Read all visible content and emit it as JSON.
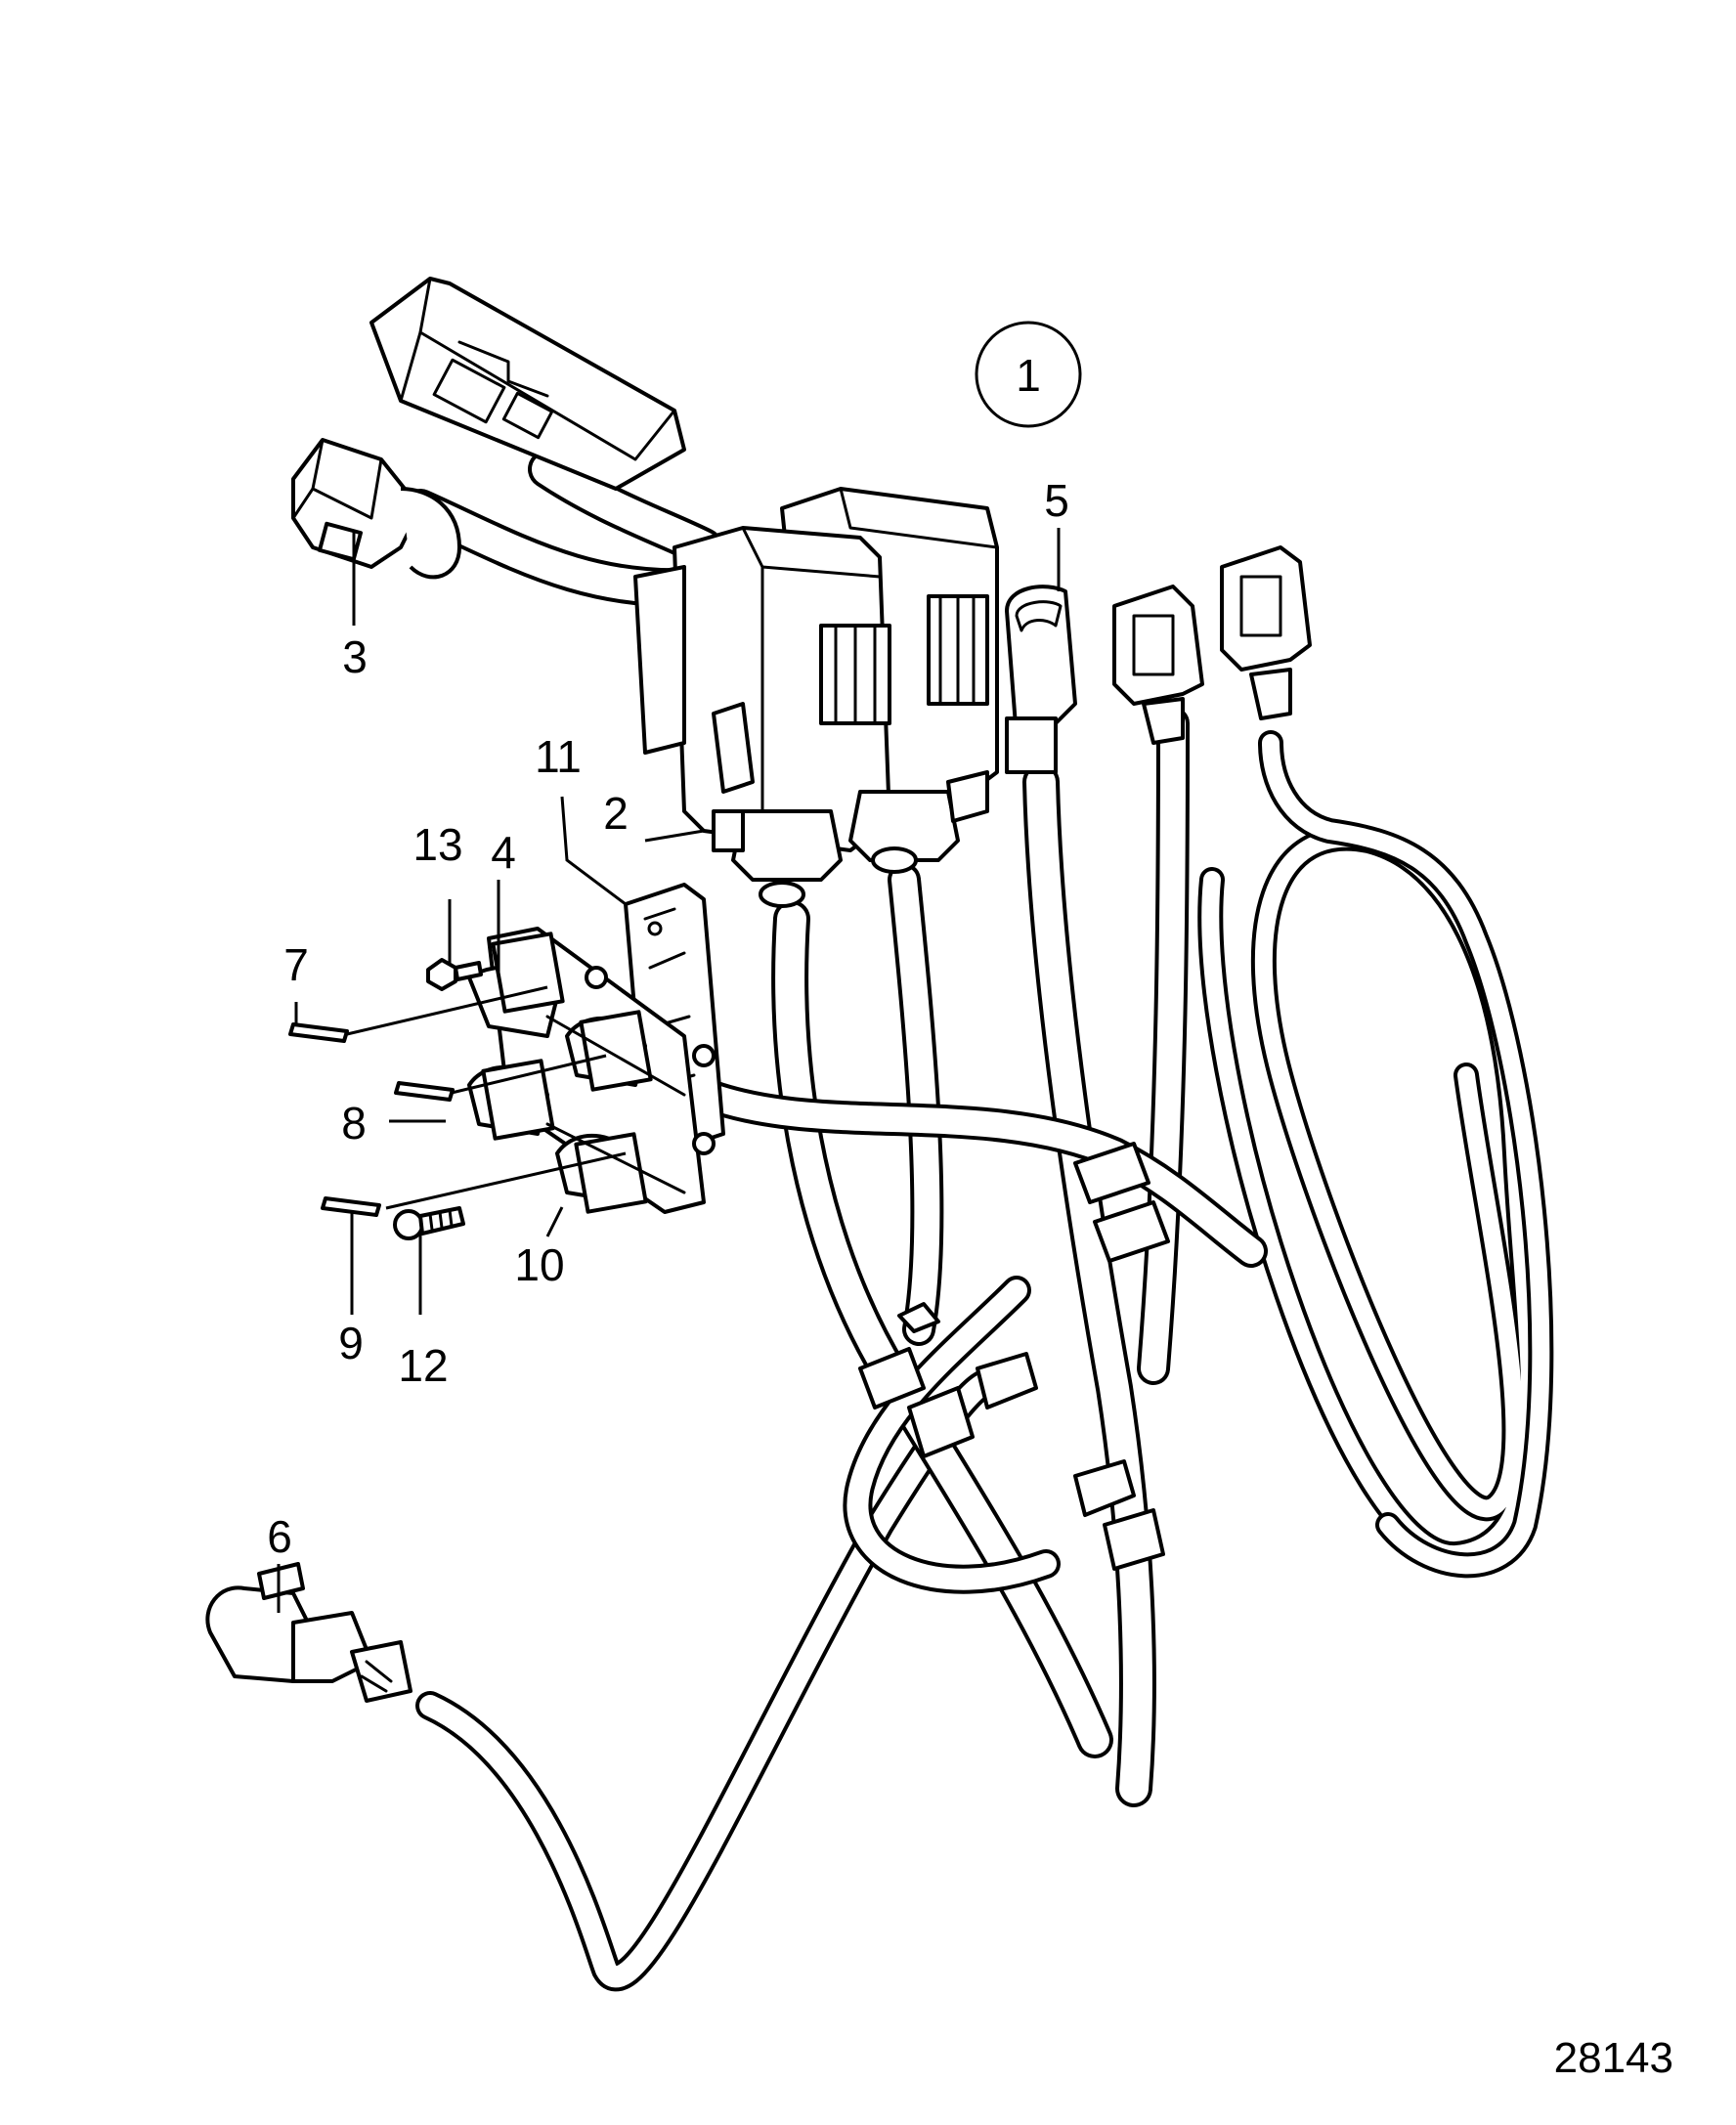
{
  "figure": {
    "assembly_callout": "1",
    "figure_number": "28143"
  },
  "callouts": [
    {
      "id": "c2",
      "label": "2"
    },
    {
      "id": "c3",
      "label": "3"
    },
    {
      "id": "c4",
      "label": "4"
    },
    {
      "id": "c5",
      "label": "5"
    },
    {
      "id": "c6",
      "label": "6"
    },
    {
      "id": "c7",
      "label": "7"
    },
    {
      "id": "c8",
      "label": "8"
    },
    {
      "id": "c9",
      "label": "9"
    },
    {
      "id": "c10",
      "label": "10"
    },
    {
      "id": "c11",
      "label": "11"
    },
    {
      "id": "c12",
      "label": "12"
    },
    {
      "id": "c13",
      "label": "13"
    }
  ],
  "colors": {
    "line": "#000000",
    "background": "#ffffff"
  }
}
